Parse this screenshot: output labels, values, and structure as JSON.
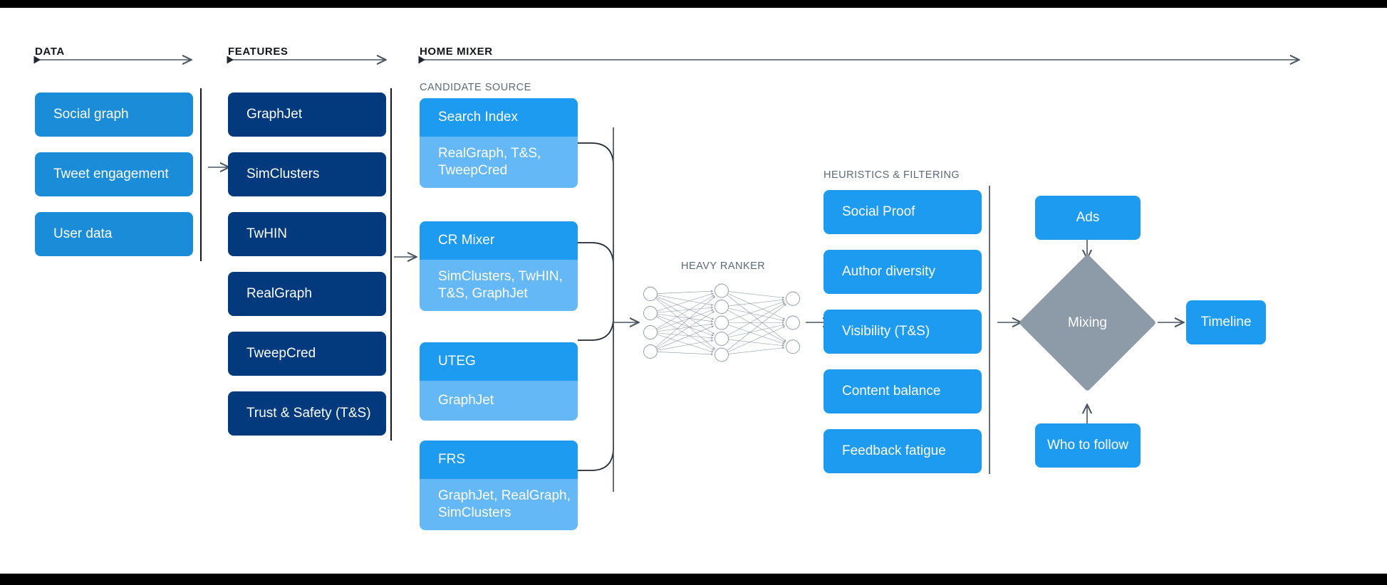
{
  "sections": {
    "data": {
      "label": "DATA"
    },
    "features": {
      "label": "FEATURES"
    },
    "home_mixer": {
      "label": "HOME MIXER"
    },
    "candidate_source": {
      "label": "CANDIDATE SOURCE"
    },
    "heavy_ranker": {
      "label": "HEAVY RANKER"
    },
    "heuristics": {
      "label": "HEURISTICS & FILTERING"
    }
  },
  "data_boxes": [
    {
      "label": "Social graph"
    },
    {
      "label": "Tweet engagement"
    },
    {
      "label": "User data"
    }
  ],
  "feature_boxes": [
    {
      "label": "GraphJet"
    },
    {
      "label": "SimClusters"
    },
    {
      "label": "TwHIN"
    },
    {
      "label": "RealGraph"
    },
    {
      "label": "TweepCred"
    },
    {
      "label": "Trust & Safety (T&S)"
    }
  ],
  "candidate_sources": [
    {
      "title": "Search Index",
      "detail": "RealGraph, T&S,\nTweepCred"
    },
    {
      "title": "CR Mixer",
      "detail": "SimClusters, TwHIN,\nT&S, GraphJet"
    },
    {
      "title": "UTEG",
      "detail": "GraphJet"
    },
    {
      "title": "FRS",
      "detail": "GraphJet, RealGraph,\nSimClusters"
    }
  ],
  "heuristic_boxes": [
    {
      "label": "Social Proof"
    },
    {
      "label": "Author diversity"
    },
    {
      "label": "Visibility (T&S)"
    },
    {
      "label": "Content balance"
    },
    {
      "label": "Feedback fatigue"
    }
  ],
  "mixing": {
    "ads_label": "Ads",
    "who_to_follow_label": "Who to follow",
    "diamond_label": "Mixing",
    "timeline_label": "Timeline"
  },
  "neural_net": {
    "input_nodes": 4,
    "hidden_nodes": 5,
    "output_nodes": 3
  },
  "colors": {
    "data_blue": "#1a8cd8",
    "feature_navy": "#023a7d",
    "bright_blue": "#1d9bf0",
    "light_blue": "#64b8f5",
    "diamond_gray": "#8d9aa8",
    "line_gray": "#4a5560",
    "heading_dark": "#14171a",
    "subheading_gray": "#5b6a75",
    "letterbox": "#000000"
  }
}
